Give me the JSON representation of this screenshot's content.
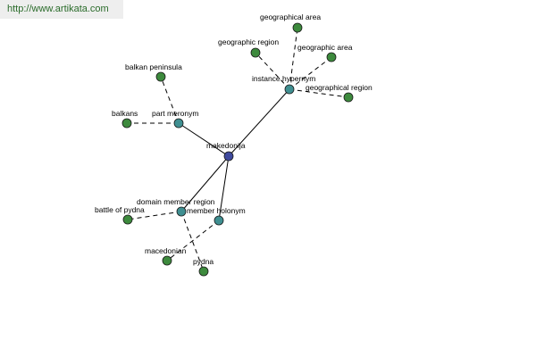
{
  "watermark": {
    "text": "http://www.artikata.com"
  },
  "colors": {
    "center": "#3f4a9e",
    "relation": "#3f8f91",
    "leaf": "#3d8a3d"
  },
  "graph": {
    "nodes": [
      {
        "id": "makedonija",
        "label": "makedonija",
        "kind": "center"
      },
      {
        "id": "instance-hypernym",
        "label": "instance hypernym",
        "kind": "relation"
      },
      {
        "id": "part-meronym",
        "label": "part meronym",
        "kind": "relation"
      },
      {
        "id": "domain-member-region",
        "label": "domain member region",
        "kind": "relation"
      },
      {
        "id": "member-holonym",
        "label": "member holonym",
        "kind": "relation"
      },
      {
        "id": "geographical-area-1",
        "label": "geographical area",
        "kind": "leaf"
      },
      {
        "id": "geographic-region-1",
        "label": "geographic region",
        "kind": "leaf"
      },
      {
        "id": "geographic-area",
        "label": "geographic area",
        "kind": "leaf"
      },
      {
        "id": "geographical-region",
        "label": "geographical region",
        "kind": "leaf"
      },
      {
        "id": "balkan-peninsula",
        "label": "balkan peninsula",
        "kind": "leaf"
      },
      {
        "id": "balkans",
        "label": "balkans",
        "kind": "leaf"
      },
      {
        "id": "battle-of-pydna",
        "label": "battle of pydna",
        "kind": "leaf"
      },
      {
        "id": "macedonian",
        "label": "macedonian",
        "kind": "leaf"
      },
      {
        "id": "pydna",
        "label": "pydna",
        "kind": "leaf"
      }
    ],
    "edges": [
      {
        "from": "makedonija",
        "to": "instance-hypernym",
        "style": "solid"
      },
      {
        "from": "makedonija",
        "to": "part-meronym",
        "style": "solid"
      },
      {
        "from": "makedonija",
        "to": "domain-member-region",
        "style": "solid"
      },
      {
        "from": "makedonija",
        "to": "member-holonym",
        "style": "solid"
      },
      {
        "from": "instance-hypernym",
        "to": "geographical-area-1",
        "style": "dashed"
      },
      {
        "from": "instance-hypernym",
        "to": "geographic-region-1",
        "style": "dashed"
      },
      {
        "from": "instance-hypernym",
        "to": "geographic-area",
        "style": "dashed"
      },
      {
        "from": "instance-hypernym",
        "to": "geographical-region",
        "style": "dashed"
      },
      {
        "from": "part-meronym",
        "to": "balkan-peninsula",
        "style": "dashed"
      },
      {
        "from": "part-meronym",
        "to": "balkans",
        "style": "dashed"
      },
      {
        "from": "domain-member-region",
        "to": "battle-of-pydna",
        "style": "dashed"
      },
      {
        "from": "domain-member-region",
        "to": "pydna",
        "style": "dashed"
      },
      {
        "from": "member-holonym",
        "to": "macedonian",
        "style": "dashed"
      }
    ]
  }
}
